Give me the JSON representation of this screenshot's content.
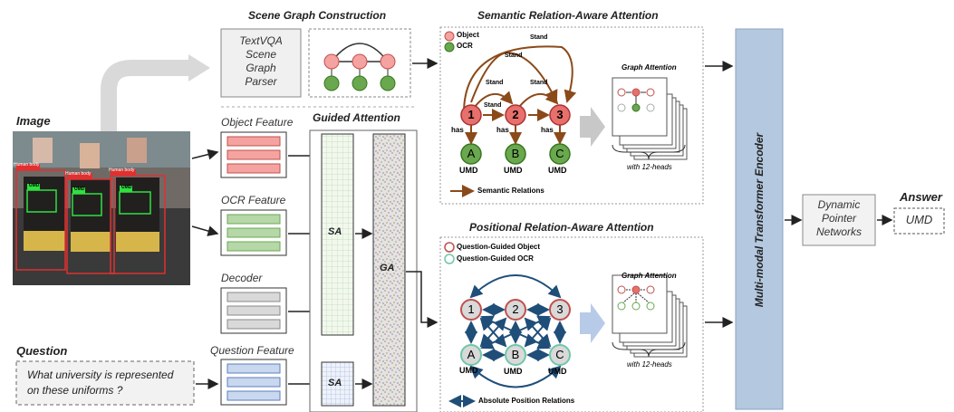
{
  "titles": {
    "scene_graph": "Scene Graph Construction",
    "semantic": "Semantic Relation-Aware Attention",
    "positional": "Positional Relation-Aware Attention",
    "guided": "Guided Attention",
    "encoder": "Multi-modal Transformer Encoder"
  },
  "inputs": {
    "image": "Image",
    "question": "Question",
    "question_text_1": "What university is represented",
    "question_text_2": "on these uniforms ?",
    "human_body": "Human body",
    "umd": "UMD"
  },
  "parser": [
    "TextVQA",
    "Scene",
    "Graph",
    "Parser"
  ],
  "features": {
    "object": "Object Feature",
    "ocr": "OCR Feature",
    "decoder": "Decoder",
    "question": "Question Feature"
  },
  "attention": {
    "sa": "SA",
    "ga": "GA"
  },
  "semantic_panel": {
    "legend_object": "Object",
    "legend_ocr": "OCR",
    "stand": "Stand",
    "has": "has",
    "nodes_top": [
      "1",
      "2",
      "3"
    ],
    "nodes_bottom": [
      "A",
      "B",
      "C"
    ],
    "umd": "UMD",
    "relation_legend": "Semantic Relations"
  },
  "positional_panel": {
    "legend_object": "Question-Guided Object",
    "legend_ocr": "Question-Guided OCR",
    "nodes_top": [
      "1",
      "2",
      "3"
    ],
    "nodes_bottom": [
      "A",
      "B",
      "C"
    ],
    "umd": "UMD",
    "relation_legend": "Absolute Position Relations"
  },
  "graph_attention": {
    "title": "Graph Attention",
    "heads": "with 12-heads"
  },
  "output": {
    "pointer": [
      "Dynamic",
      "Pointer",
      "Networks"
    ],
    "answer_title": "Answer",
    "answer": "UMD"
  },
  "colors": {
    "object_red": "#e8706c",
    "ocr_green": "#6aa84f",
    "semantic_arrow": "#8b4a1a",
    "position_arrow": "#1f4e79",
    "guided_node": "#d9d9d9",
    "encoder_blue": "#b4c8df"
  }
}
